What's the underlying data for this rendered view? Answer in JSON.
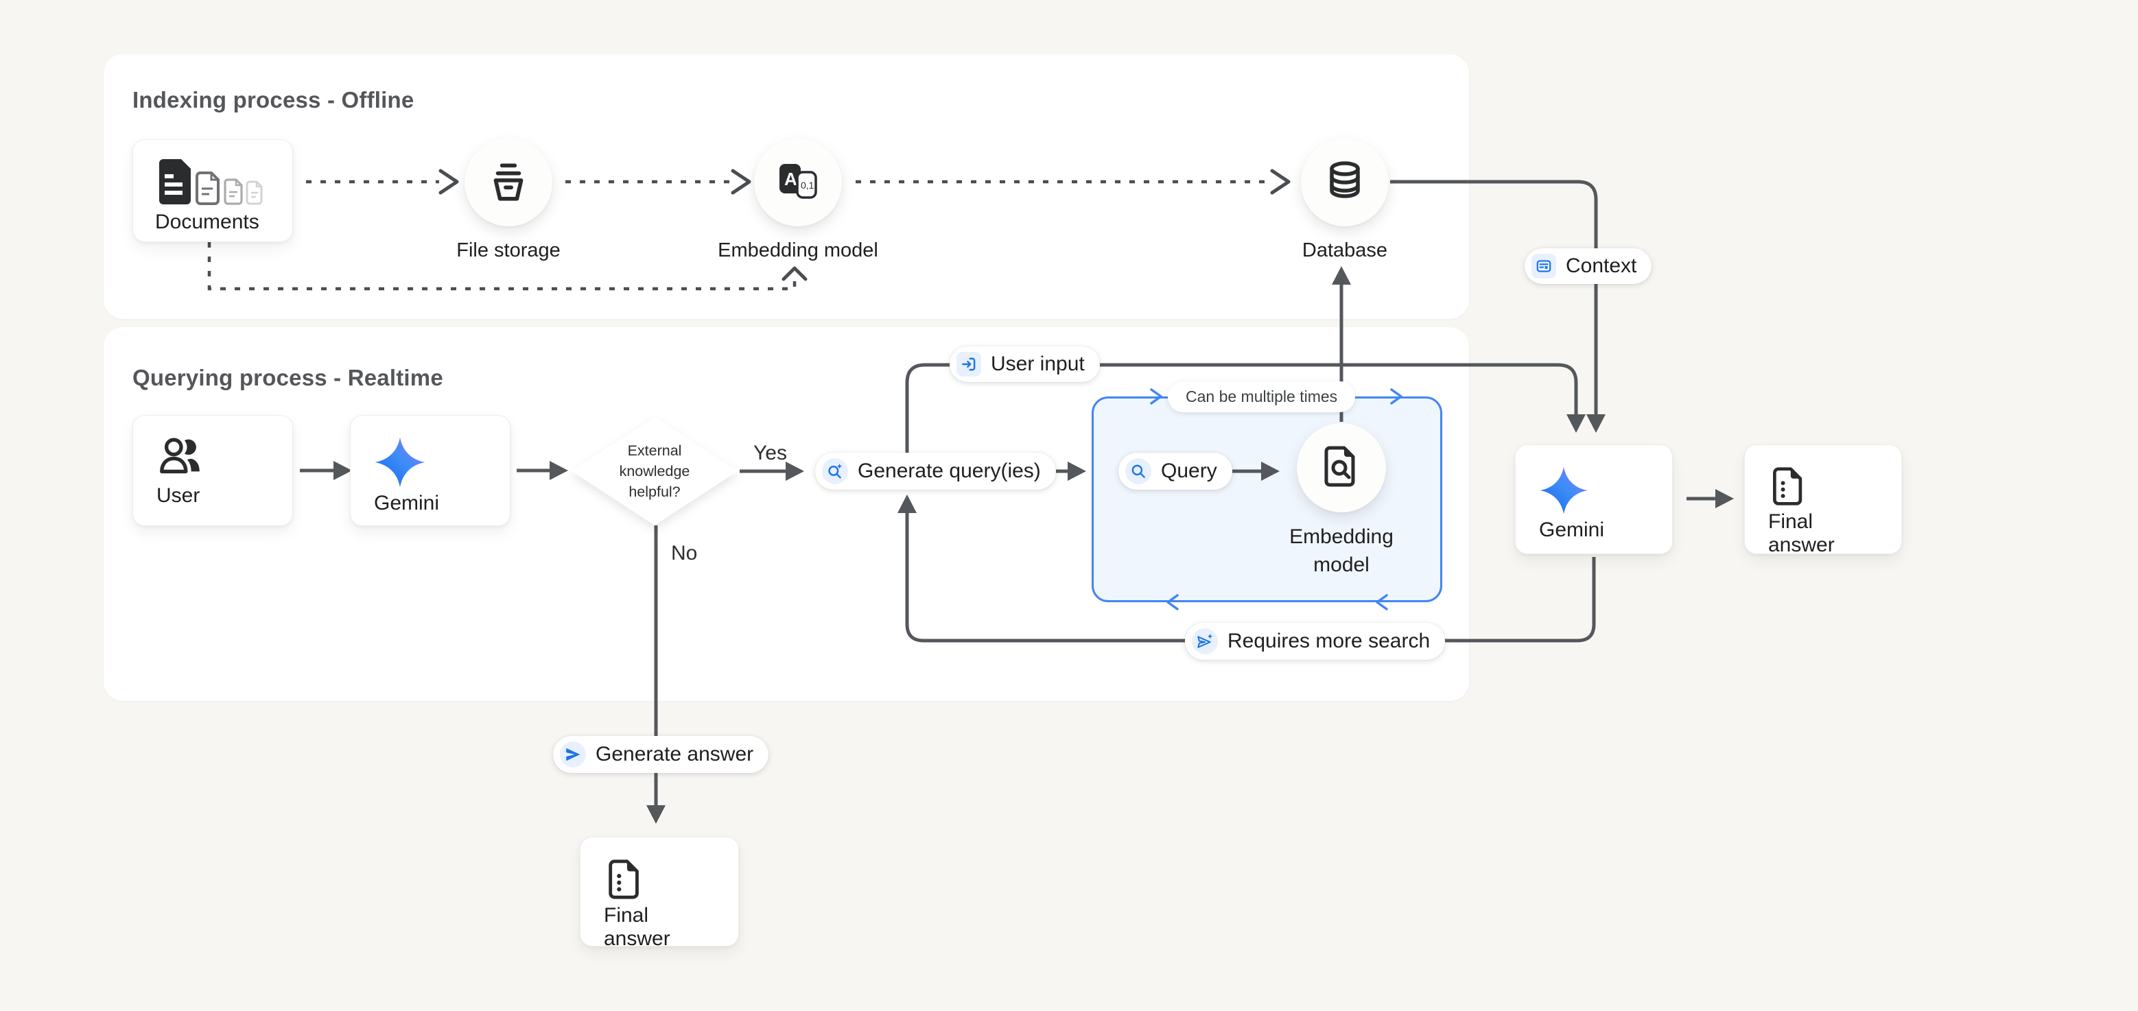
{
  "colors": {
    "background": "#f7f6f2",
    "accent_blue": "#1a73e8",
    "blue_box_border": "#4285f4",
    "line_gray": "#55585c"
  },
  "indexing": {
    "title": "Indexing process - Offline",
    "documents_label": "Documents",
    "file_storage_label": "File storage",
    "embedding_label": "Embedding model",
    "database_label": "Database",
    "context_badge": "Context"
  },
  "querying": {
    "title": "Querying process - Realtime",
    "user_label": "User",
    "gemini_label": "Gemini",
    "decision_text": "External knowledge helpful?",
    "yes_label": "Yes",
    "no_label": "No",
    "generate_queries_label": "Generate query(ies)",
    "user_input_badge": "User input",
    "loop_note": "Can be multiple times",
    "query_label": "Query",
    "embedding_label": "Embedding model",
    "requires_more_search_badge": "Requires more search",
    "generate_answer_badge": "Generate answer",
    "final_answer_label": "Final answer"
  },
  "right_side": {
    "gemini_label": "Gemini",
    "final_answer_label": "Final answer"
  }
}
